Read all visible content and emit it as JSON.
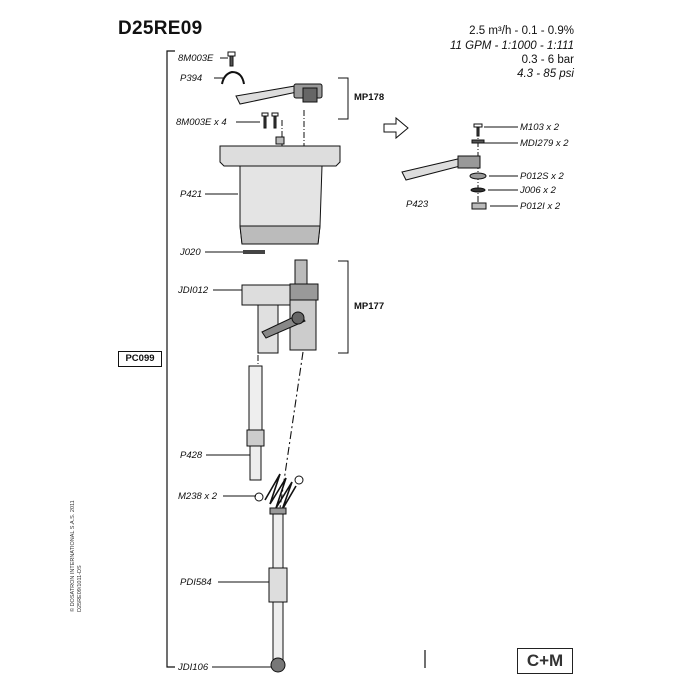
{
  "title": "D25RE09",
  "specs": {
    "flow": "2.5 m³/h  -   0.1  - 0.9%",
    "gpm": "11 GPM - 1:1000 - 1:111",
    "bar": "0.3 -  6 bar",
    "psi": "4.3 - 85 psi"
  },
  "parts_left": {
    "p8m003e": "8M003E",
    "p394": "P394",
    "p8m003e_x4": "8M003E x 4",
    "p421": "P421",
    "j020": "J020",
    "jdi012": "JDI012",
    "p428": "P428",
    "m238": "M238 x 2",
    "pdi584": "PDI584",
    "jdi106": "JDI106"
  },
  "parts_right": {
    "m103": "M103 x 2",
    "mdi279": "MDI279 x 2",
    "p012s": "P012S x 2",
    "j006": "J006 x 2",
    "p012i": "P012I x 2",
    "p423": "P423"
  },
  "groups": {
    "mp178": "MP178",
    "mp177": "MP177",
    "pc099": "PC099"
  },
  "copyright": {
    "line1": "© DOSATRON INTERNATIONAL S.A.S. 2011",
    "line2": "D25RE09/1011-DS"
  },
  "logo": "C+M"
}
